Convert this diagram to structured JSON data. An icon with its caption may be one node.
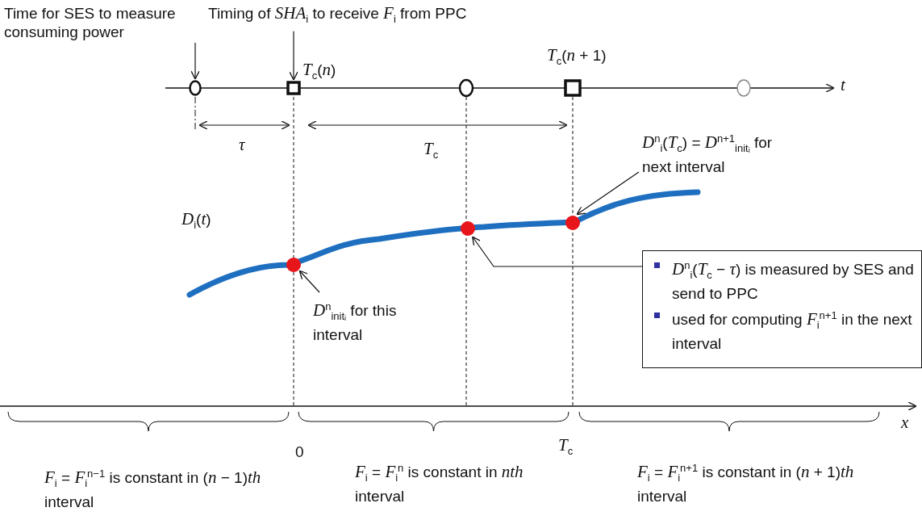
{
  "diagram": {
    "nodes": [
      {
        "text": [
          "Time for SES to measure consuming power"
        ]
      },
      {
        "text": [],
        "shape": "circle"
      },
      {
        "text": [
          "Timing of *SHA*$_{i}$ to receive *F*$_{i}$ from PPC"
        ]
      },
      {
        "text": [],
        "shape": "box"
      },
      {
        "text": [],
        "shape": "circle"
      },
      {
        "text": [
          "*D*$^{n}$$_{initᵢ}$ for this interval"
        ]
      },
      {
        "text": [],
        "shape": "circle"
      },
      {
        "text": [
          "*D*$^{n}$$_{i}$(*T*$_{c}$ − *τ*) is measured by SES and send to PPC",
          "used for computing *F*$_{i}$$^{n+1}$ in the next interval"
        ]
      },
      {
        "text": [],
        "shape": "circle"
      },
      {
        "text": [
          "*D*$^{n}$$_{i}$(*T*$_{c}$) = *D*$^{n+1}$$_{initᵢ}$ for next interval"
        ]
      }
    ],
    "edges": [
      {
        "from": 0,
        "to": 1,
        "arrow": "to"
      },
      {
        "from": 2,
        "to": 3,
        "arrow": "to"
      },
      {
        "from": 5,
        "to": 4,
        "arrow": "to"
      },
      {
        "from": 7,
        "to": 6,
        "arrow": "to"
      },
      {
        "from": 9,
        "to": 8,
        "arrow": "to"
      }
    ],
    "labels": [
      "*T*$_{c}$(*n*)",
      "*T*$_{c}$(*n* + 1)",
      "t",
      "τ",
      "*T*$_{c}$",
      "*D*$_{i}$(*t*)",
      "x",
      "0",
      "*T*$_{c}$",
      "*F*$_{i}$ = *F*$_{i}$$^{n−1}$ is constant in (*n* − 1)*th* interval",
      "*F*$_{i}$ = *F*$_{i}$$^{n}$ is constant in *nth* interval",
      "*F*$_{i}$ = *F*$_{i}$$^{n+1}$ is constant in (*n* + 1)*th* interval"
    ]
  }
}
